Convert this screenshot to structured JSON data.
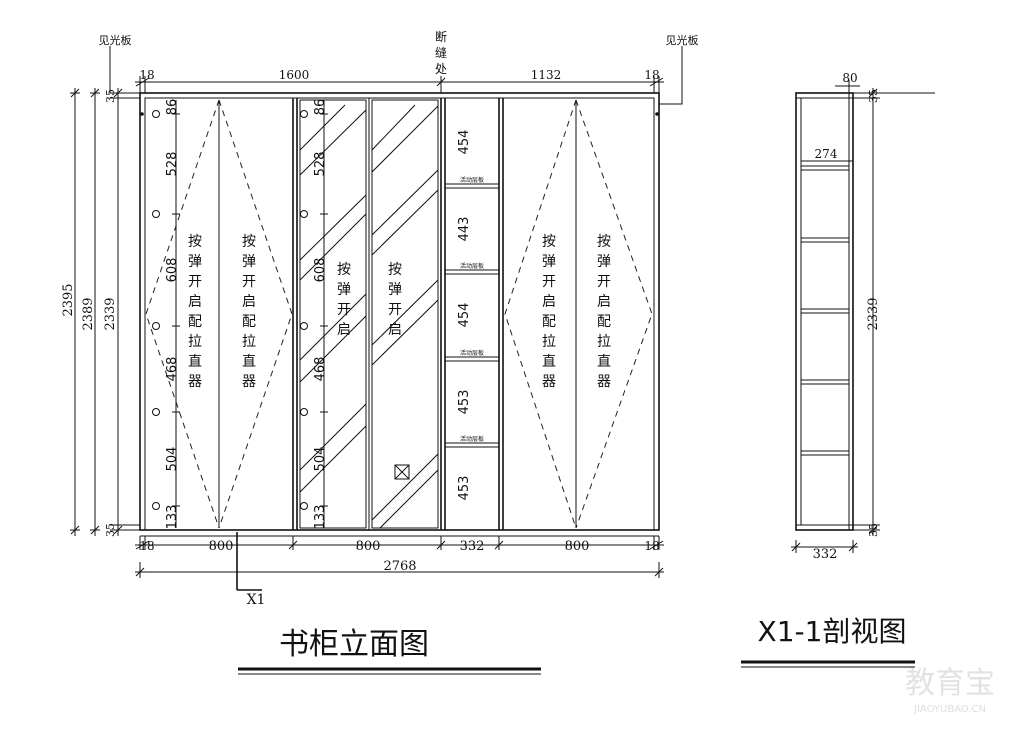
{
  "labels": {
    "see_light_board": "见光板",
    "break_seam": [
      "断",
      "缝",
      "处"
    ],
    "section_mark": "X1",
    "shelf_note": "活动层板",
    "push_open_handle": [
      "按",
      "弹",
      "开",
      "启",
      "配",
      "拉",
      "直",
      "器"
    ],
    "push_open": [
      "按",
      "弹",
      "开",
      "启"
    ]
  },
  "elevation": {
    "title": "书柜立面图",
    "dims_top": [
      "18",
      "1600",
      "1132",
      "18"
    ],
    "dims_bottom": [
      "18",
      "800",
      "800",
      "332",
      "800",
      "18"
    ],
    "total_width": "2768",
    "dims_left": [
      "2395",
      "2389",
      "2339"
    ],
    "dims_left_small": [
      "35",
      "35"
    ],
    "door_heights": [
      "86",
      "528",
      "608",
      "468",
      "504",
      "133"
    ],
    "shelf_heights": [
      "454",
      "443",
      "454",
      "453",
      "453"
    ]
  },
  "section": {
    "title": "X1-1剖视图",
    "dims": [
      "80",
      "274",
      "332",
      "2339",
      "35",
      "35"
    ]
  },
  "watermark": {
    "brand": "教育宝",
    "url": "JIAOYUBAO.CN"
  }
}
